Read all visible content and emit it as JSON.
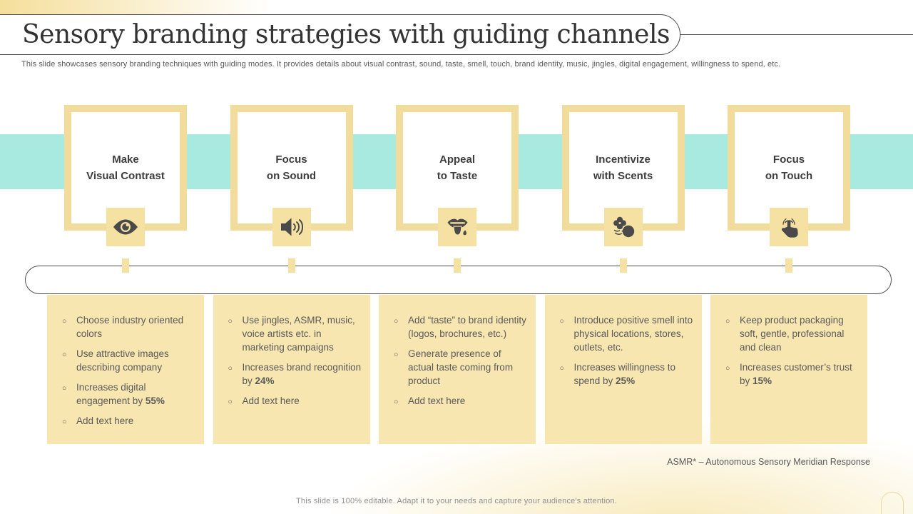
{
  "slide": {
    "title": "Sensory branding strategies with guiding channels",
    "subtitle": "This slide showcases sensory branding techniques with guiding modes. It provides details about visual contrast, sound, taste, smell, touch, brand identity, music, jingles, digital engagement, willingness to spend, etc.",
    "footnote": "ASMR* – Autonomous Sensory Meridian Response",
    "footer": "This slide is 100% editable.  Adapt it to your needs and capture your audience's attention."
  },
  "colors": {
    "teal_band": "#a8e9e0",
    "card_border_yellow": "#f2dc9b",
    "icon_square_yellow": "#f5e2a3",
    "detail_box_yellow": "#f8e6b0",
    "title_text": "#333333",
    "heading_text": "#3d3d3d",
    "body_text": "#595959",
    "muted_text": "#8f8f8f",
    "line_color": "#4a4a4a",
    "icon_color": "#4a4a4a"
  },
  "columns": [
    {
      "title_lines": [
        "Make",
        "Visual Contrast"
      ],
      "icon": "eye-icon",
      "bullets": [
        {
          "text": "Choose industry oriented colors"
        },
        {
          "text": "Use attractive images describing company"
        },
        {
          "text": "Increases digital engagement by ",
          "bold": "55%"
        },
        {
          "text": "Add text here"
        }
      ]
    },
    {
      "title_lines": [
        "Focus",
        "on Sound"
      ],
      "icon": "speaker-icon",
      "bullets": [
        {
          "text": "Use jingles, ASMR, music, voice artists etc. in marketing campaigns"
        },
        {
          "text": "Increases brand recognition by ",
          "bold": "24%"
        },
        {
          "text": "Add text here"
        }
      ]
    },
    {
      "title_lines": [
        "Appeal",
        "to Taste"
      ],
      "icon": "taste-icon",
      "bullets": [
        {
          "text": "Add “taste” to brand identity (logos, brochures, etc.)"
        },
        {
          "text": "Generate presence of actual taste coming from product"
        },
        {
          "text": "Add text here"
        }
      ]
    },
    {
      "title_lines": [
        "Incentivize",
        "with Scents"
      ],
      "icon": "scent-icon",
      "bullets": [
        {
          "text": "Introduce positive smell into physical locations, stores, outlets, etc."
        },
        {
          "text": "Increases willingness to spend by ",
          "bold": "25%"
        }
      ]
    },
    {
      "title_lines": [
        "Focus",
        "on Touch"
      ],
      "icon": "touch-icon",
      "bullets": [
        {
          "text": "Keep product packaging soft, gentle, professional and clean"
        },
        {
          "text": "Increases customer’s trust by ",
          "bold": "15%"
        }
      ]
    }
  ]
}
